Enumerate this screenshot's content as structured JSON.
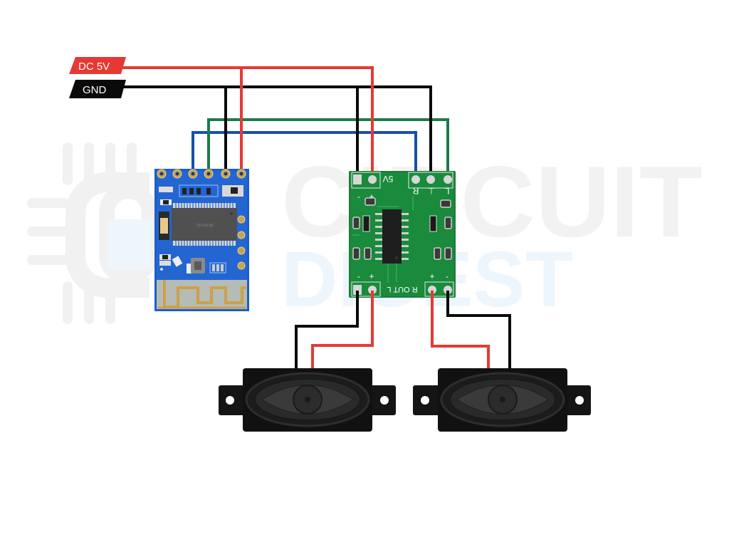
{
  "diagram": {
    "title": "Bluetooth audio module with PAM8403 amplifier and two speakers wiring",
    "power_labels": {
      "vcc": "DC 5V",
      "gnd": "GND"
    },
    "watermark": {
      "line1": "CIRCUIT",
      "line2": "DIGEST",
      "logo_letter_a": "C",
      "logo_letter_b": "D"
    },
    "components": {
      "bluetooth_module": {
        "name": "Bluetooth audio receiver module",
        "chip_text": "BK8000L"
      },
      "amplifier": {
        "name": "PAM8403 amplifier board",
        "silkscreen": {
          "power": "5V",
          "minus": "-",
          "plus": "+",
          "input_r": "R",
          "input_gnd": "⊥",
          "input_l": "L",
          "output": "R OUT L",
          "out_r_minus": "-",
          "out_r_plus": "+",
          "out_l_plus": "+",
          "out_l_minus": "-"
        }
      },
      "speaker_left": {
        "name": "Left speaker"
      },
      "speaker_right": {
        "name": "Right speaker"
      }
    },
    "wire_colors": {
      "power": "#e53935",
      "ground": "#000000",
      "left_channel": "#1e7a4a",
      "right_channel": "#1a4fa8"
    },
    "connections": [
      {
        "from": "DC 5V",
        "to": "Bluetooth VCC",
        "color": "red"
      },
      {
        "from": "DC 5V",
        "to": "Amplifier 5V +",
        "color": "red"
      },
      {
        "from": "GND",
        "to": "Bluetooth GND",
        "color": "black"
      },
      {
        "from": "GND",
        "to": "Amplifier 5V -",
        "color": "black"
      },
      {
        "from": "GND",
        "to": "Amplifier input GND",
        "color": "black"
      },
      {
        "from": "Bluetooth L",
        "to": "Amplifier L in",
        "color": "green"
      },
      {
        "from": "Bluetooth R",
        "to": "Amplifier R in",
        "color": "blue"
      },
      {
        "from": "Amplifier R OUT -",
        "to": "Left speaker -",
        "color": "black"
      },
      {
        "from": "Amplifier R OUT +",
        "to": "Left speaker +",
        "color": "red"
      },
      {
        "from": "Amplifier L OUT +",
        "to": "Right speaker +",
        "color": "red"
      },
      {
        "from": "Amplifier L OUT -",
        "to": "Right speaker -",
        "color": "black"
      }
    ]
  }
}
